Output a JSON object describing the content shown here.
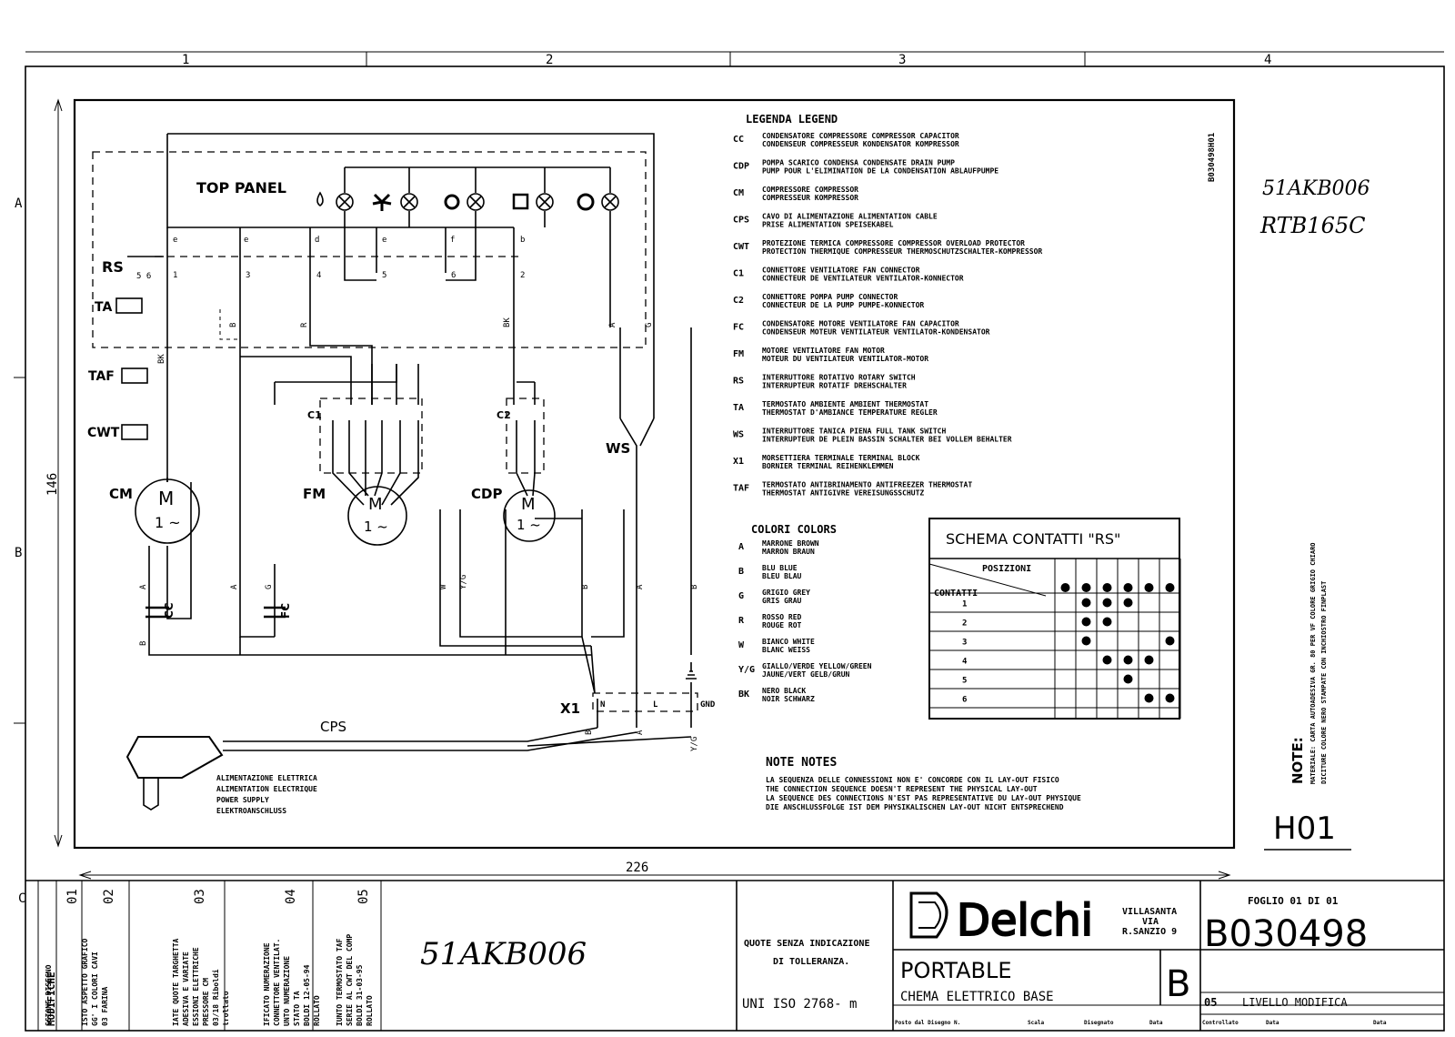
{
  "grid": {
    "cols": [
      "1",
      "2",
      "3",
      "4"
    ],
    "rows": [
      "A",
      "B",
      "C"
    ]
  },
  "dimensions": {
    "height": "146",
    "width": "226"
  },
  "panel": {
    "title": "TOP PANEL"
  },
  "switches": {
    "rs": "RS",
    "ta": "TA",
    "taf": "TAF",
    "cwt": "CWT",
    "ws": "WS",
    "rs_contacts": [
      "e",
      "e",
      "d",
      "e",
      "f",
      "b"
    ],
    "rs_nums": [
      "1",
      "3",
      "4",
      "5",
      "6",
      "2"
    ],
    "rs_extra": "5 6"
  },
  "components": {
    "cm": "CM",
    "fm": "FM",
    "cdp": "CDP",
    "motor_m": "M",
    "motor_sub": "1 ~",
    "c1": "C1",
    "c2": "C2",
    "cc": "CC",
    "fc": "FC",
    "x1": "X1",
    "cps": "CPS",
    "x1_terms": [
      "N",
      "L",
      "GND"
    ]
  },
  "wire_labels": {
    "brown": "A",
    "blue": "B",
    "grey": "G",
    "red": "R",
    "white": "W",
    "yellowgreen": "Y/G",
    "black": "BK"
  },
  "power_supply": [
    "ALIMENTAZIONE ELETTRICA",
    "ALIMENTATION ELECTRIQUE",
    "POWER SUPPLY",
    "ELEKTROANSCHLUSS"
  ],
  "legend": {
    "title": "LEGENDA    LEGEND",
    "items": [
      {
        "code": "CC",
        "l1": "CONDENSATORE COMPRESSORE    COMPRESSOR CAPACITOR",
        "l2": "CONDENSEUR COMPRESSEUR    KONDENSATOR KOMPRESSOR"
      },
      {
        "code": "CDP",
        "l1": "POMPA SCARICO CONDENSA    CONDENSATE DRAIN PUMP",
        "l2": "PUMP POUR L'ELIMINATION DE LA CONDENSATION    ABLAUFPUMPE"
      },
      {
        "code": "CM",
        "l1": "COMPRESSORE    COMPRESSOR",
        "l2": "COMPRESSEUR    KOMPRESSOR"
      },
      {
        "code": "CPS",
        "l1": "CAVO DI ALIMENTAZIONE    ALIMENTATION CABLE",
        "l2": "PRISE ALIMENTATION    SPEISEKABEL"
      },
      {
        "code": "CWT",
        "l1": "PROTEZIONE TERMICA COMPRESSORE    COMPRESSOR OVERLOAD PROTECTOR",
        "l2": "PROTECTION THERMIQUE COMPRESSEUR    THERMOSCHUTZSCHALTER-KOMPRESSOR"
      },
      {
        "code": "C1",
        "l1": "CONNETTORE VENTILATORE    FAN CONNECTOR",
        "l2": "CONNECTEUR DE VENTILATEUR    VENTILATOR-KONNECTOR"
      },
      {
        "code": "C2",
        "l1": "CONNETTORE POMPA    PUMP CONNECTOR",
        "l2": "CONNECTEUR DE LA PUMP    PUMPE-KONNECTOR"
      },
      {
        "code": "FC",
        "l1": "CONDENSATORE MOTORE VENTILATORE    FAN CAPACITOR",
        "l2": "CONDENSEUR MOTEUR VENTILATEUR    VENTILATOR-KONDENSATOR"
      },
      {
        "code": "FM",
        "l1": "MOTORE VENTILATORE    FAN MOTOR",
        "l2": "MOTEUR DU VENTILATEUR    VENTILATOR-MOTOR"
      },
      {
        "code": "RS",
        "l1": "INTERRUTTORE ROTATIVO    ROTARY SWITCH",
        "l2": "INTERRUPTEUR ROTATIF    DREHSCHALTER"
      },
      {
        "code": "TA",
        "l1": "TERMOSTATO AMBIENTE    AMBIENT THERMOSTAT",
        "l2": "THERMOSTAT D'AMBIANCE    TEMPERATURE REGLER"
      },
      {
        "code": "WS",
        "l1": "INTERRUTTORE TANICA PIENA    FULL TANK SWITCH",
        "l2": "INTERRUPTEUR DE PLEIN BASSIN    SCHALTER BEI VOLLEM BEHALTER"
      },
      {
        "code": "X1",
        "l1": "MORSETTIERA TERMINALE    TERMINAL BLOCK",
        "l2": "BORNIER TERMINAL    REIHENKLEMMEN"
      },
      {
        "code": "TAF",
        "l1": "TERMOSTATO ANTIBRINAMENTO    ANTIFREEZER THERMOSTAT",
        "l2": "THERMOSTAT ANTIGIVRE    VEREISUNGSSCHUTZ"
      }
    ]
  },
  "colors": {
    "title": "COLORI    COLORS",
    "items": [
      {
        "code": "A",
        "l1": "MARRONE    BROWN",
        "l2": "MARRON    BRAUN"
      },
      {
        "code": "B",
        "l1": "BLU    BLUE",
        "l2": "BLEU    BLAU"
      },
      {
        "code": "G",
        "l1": "GRIGIO    GREY",
        "l2": "GRIS    GRAU"
      },
      {
        "code": "R",
        "l1": "ROSSO    RED",
        "l2": "ROUGE    ROT"
      },
      {
        "code": "W",
        "l1": "BIANCO    WHITE",
        "l2": "BLANC    WEISS"
      },
      {
        "code": "Y/G",
        "l1": "GIALLO/VERDE    YELLOW/GREEN",
        "l2": "JAUNE/VERT    GELB/GRUN"
      },
      {
        "code": "BK",
        "l1": "NERO    BLACK",
        "l2": "NOIR    SCHWARZ"
      }
    ]
  },
  "rs_table": {
    "title": "SCHEMA CONTATTI \"RS\"",
    "positions_label": "POSIZIONI",
    "contacts_label": "CONTATTI",
    "row_labels": [
      "1",
      "2",
      "3",
      "4",
      "5",
      "6"
    ],
    "grid": [
      [
        0,
        1,
        1,
        1,
        0,
        0
      ],
      [
        0,
        1,
        1,
        0,
        0,
        0
      ],
      [
        0,
        1,
        0,
        0,
        0,
        1
      ],
      [
        0,
        0,
        1,
        1,
        1,
        0
      ],
      [
        0,
        0,
        0,
        1,
        0,
        0
      ],
      [
        0,
        0,
        0,
        0,
        1,
        1
      ]
    ]
  },
  "notes": {
    "title": "NOTE    NOTES",
    "lines": [
      "LA SEQUENZA DELLE CONNESSIONI NON E' CONCORDE CON IL LAY-OUT FISICO",
      "THE CONNECTION SEQUENCE DOESN'T REPRESENT THE PHYSICAL LAY-OUT",
      "LA SEQUENCE DES CONNECTIONS N'EST PAS REPRESENTATIVE DU LAY-OUT PHYSIQUE",
      "DIE ANSCHLUSSFOLGE IST DEM PHYSIKALISCHEN LAY-OUT NICHT ENTSPRECHEND"
    ]
  },
  "side": {
    "code_vertical": "B030498H01",
    "model1": "51AKB006",
    "model2": "RTB165C",
    "note_label": "NOTE:",
    "material1": "MATERIALE: CARTA AUTOADESIVA GR. 80 PER VF COLORE GRIGIO CHIARO",
    "material2": "DICITURE COLORE NERO STAMPATE CON INCHIOSTRO FINPLAST",
    "revision": "H01"
  },
  "titleblock": {
    "modifiche": "MODIFICHE",
    "revisions": [
      {
        "num": "01",
        "lines": [
          "SSIONE DISEGNO"
        ]
      },
      {
        "num": "02",
        "lines": [
          "ISTO ASPETTO GRAFICO",
          "GG' I COLORI CAVI",
          "03     FARINA"
        ]
      },
      {
        "num": "03",
        "lines": [
          "IATE QUOTE TARGHETTA",
          "ADESIVA E VARIATE",
          "ESSIONI ELETTRICHE",
          "PRESSORE CM",
          "03/18 Riboldi",
          "trollato"
        ]
      },
      {
        "num": "04",
        "lines": [
          "IFICATO NUMERAZIONE",
          "CONNETTORE VENTILAT.",
          "UNTO NUMERAZIONE",
          "STATO TA",
          "BOLDI 12-05-94",
          "ROLLATO"
        ]
      },
      {
        "num": "05",
        "lines": [
          "IUNTO TERMOSTATO TAF",
          "SERIE AL CWT DEL COMP",
          "BOLDI 31-03-95",
          "ROLLATO"
        ]
      }
    ],
    "handwritten_model": "51AKB006",
    "tolerance1": "QUOTE SENZA INDICAZIONE",
    "tolerance2": "DI TOLLERANZA.",
    "standard": "UNI ISO 2768- m",
    "company": "Delchi",
    "address1": "VILLASANTA",
    "address2": "VIA",
    "address3": "R.SANZIO 9",
    "product": "PORTABLE",
    "format": "B",
    "drawing_title": "CHEMA ELETTRICO BASE",
    "foglio": "FOGLIO 01 DI 01",
    "drawing_number": "B030498",
    "level_num": "05",
    "level_label": "LIVELLO MODIFICA",
    "bottom_labels": [
      "Posto dal Disegno N.",
      "Scala",
      "Disegnato",
      "Data",
      "Controllato",
      "Data",
      "Data"
    ]
  }
}
